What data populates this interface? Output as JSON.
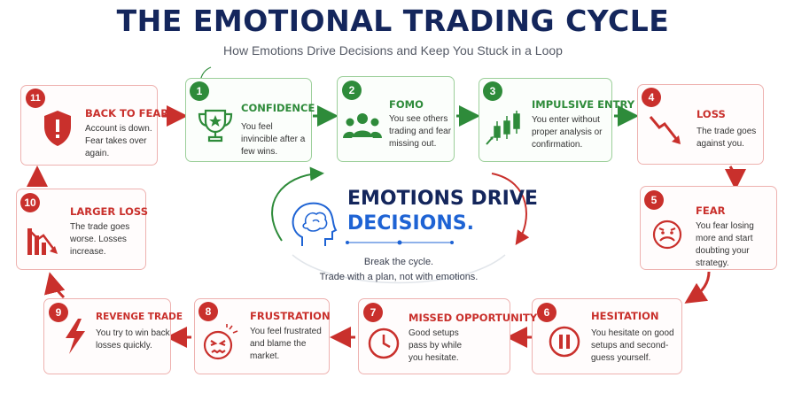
{
  "header": {
    "title": "THE EMOTIONAL TRADING CYCLE",
    "subtitle": "How Emotions Drive Decisions and Keep You Stuck in a Loop"
  },
  "center": {
    "title_line1": "EMOTIONS DRIVE",
    "title_line2": "DECISIONS.",
    "line1": "Break the cycle.",
    "line2": "Trade with a plan, not with emotions.",
    "icon": "head-brain-icon"
  },
  "colors": {
    "navy": "#14265c",
    "blue": "#1e63d4",
    "green": "#2e8b3a",
    "red": "#c9302c"
  },
  "stages": [
    {
      "number": "1",
      "title": "CONFIDENCE",
      "description": "You feel invincible after a few wins.",
      "icon": "trophy-icon",
      "tone": "green"
    },
    {
      "number": "2",
      "title": "FOMO",
      "description": "You see others trading and fear missing out.",
      "icon": "people-group-icon",
      "tone": "green"
    },
    {
      "number": "3",
      "title": "IMPULSIVE ENTRY",
      "description": "You enter without proper analysis or confirmation.",
      "icon": "candlestick-chart-icon",
      "tone": "green"
    },
    {
      "number": "4",
      "title": "LOSS",
      "description": "The trade goes against you.",
      "icon": "trend-down-arrow-icon",
      "tone": "red"
    },
    {
      "number": "5",
      "title": "FEAR",
      "description": "You fear losing more and start doubting your strategy.",
      "icon": "worried-face-icon",
      "tone": "red"
    },
    {
      "number": "6",
      "title": "HESITATION",
      "description": "You hesitate on good setups and second-guess yourself.",
      "icon": "pause-icon",
      "tone": "red"
    },
    {
      "number": "7",
      "title": "MISSED OPPORTUNITY",
      "description": "Good setups pass by while you hesitate.",
      "icon": "clock-icon",
      "tone": "red"
    },
    {
      "number": "8",
      "title": "FRUSTRATION",
      "description": "You feel frustrated and blame the market.",
      "icon": "frustrated-face-icon",
      "tone": "red"
    },
    {
      "number": "9",
      "title": "REVENGE TRADE",
      "description": "You try to win back losses quickly.",
      "icon": "lightning-icon",
      "tone": "red"
    },
    {
      "number": "10",
      "title": "LARGER LOSS",
      "description": "The trade goes worse. Losses increase.",
      "icon": "falling-bars-icon",
      "tone": "red"
    },
    {
      "number": "11",
      "title": "BACK TO FEAR",
      "description": "Account is down. Fear takes over again.",
      "icon": "shield-alert-icon",
      "tone": "red"
    }
  ]
}
